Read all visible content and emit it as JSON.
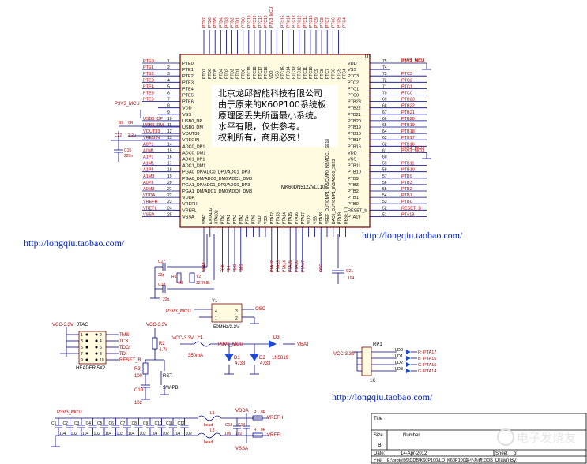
{
  "chip": {
    "ref": "U1",
    "part": "MK60DN512ZVLL10",
    "left_pins": [
      {
        "n": "1",
        "name": "PTE0",
        "net": "PTE0"
      },
      {
        "n": "2",
        "name": "PTE1",
        "net": "PTE1"
      },
      {
        "n": "3",
        "name": "PTE2",
        "net": "PTE2"
      },
      {
        "n": "4",
        "name": "PTE3",
        "net": "PTE3"
      },
      {
        "n": "5",
        "name": "PTE4",
        "net": "PTE4"
      },
      {
        "n": "6",
        "name": "PTE5",
        "net": "PTE5"
      },
      {
        "n": "7",
        "name": "PTE6",
        "net": "PTE6"
      },
      {
        "n": "8",
        "name": "VDD",
        "net": ""
      },
      {
        "n": "9",
        "name": "VSS",
        "net": ""
      },
      {
        "n": "10",
        "name": "USB0_DP",
        "net": "USB0_DP"
      },
      {
        "n": "11",
        "name": "USB0_DM",
        "net": "USB0_DM"
      },
      {
        "n": "12",
        "name": "VOUT33",
        "net": "VOUT33"
      },
      {
        "n": "13",
        "name": "VREGIN",
        "net": "VREGIN"
      },
      {
        "n": "14",
        "name": "ADC0_DP1",
        "net": "A0P1"
      },
      {
        "n": "15",
        "name": "ADC0_DM1",
        "net": "A0M1"
      },
      {
        "n": "16",
        "name": "ADC1_DP1",
        "net": "A1P1"
      },
      {
        "n": "17",
        "name": "ADC1_DM1",
        "net": "A1M1"
      },
      {
        "n": "18",
        "name": "PGA0_DP/ADC0_DP0/ADC1_DP3",
        "net": "A1P3"
      },
      {
        "n": "19",
        "name": "PGA0_DM/ADC0_DM0/ADC1_DM3",
        "net": "A1M3"
      },
      {
        "n": "20",
        "name": "PGA1_DP/ADC1_DP0/ADC0_DP3",
        "net": "A0P3"
      },
      {
        "n": "21",
        "name": "PGA1_DM/ADC1_DM0/ADC0_DM3",
        "net": "A0M3"
      },
      {
        "n": "22",
        "name": "VDDA",
        "net": "VDDA"
      },
      {
        "n": "23",
        "name": "VREFH",
        "net": "VREFH"
      },
      {
        "n": "24",
        "name": "VREFL",
        "net": "VREFL"
      },
      {
        "n": "25",
        "name": "VSSA",
        "net": "VSSA"
      }
    ],
    "right_pins": [
      {
        "n": "75",
        "name": "VDD",
        "net": "P3V3_MCU"
      },
      {
        "n": "74",
        "name": "VSS",
        "net": ""
      },
      {
        "n": "73",
        "name": "PTC3",
        "net": "PTC3"
      },
      {
        "n": "72",
        "name": "PTC2",
        "net": "PTC2"
      },
      {
        "n": "71",
        "name": "PTC1",
        "net": "PTC1"
      },
      {
        "n": "70",
        "name": "PTC0",
        "net": "PTC0"
      },
      {
        "n": "69",
        "name": "PTB23",
        "net": "PTB23"
      },
      {
        "n": "68",
        "name": "PTB22",
        "net": "PTB22"
      },
      {
        "n": "67",
        "name": "PTB21",
        "net": "PTB21"
      },
      {
        "n": "66",
        "name": "PTB20",
        "net": "PTB20"
      },
      {
        "n": "65",
        "name": "PTB19",
        "net": "PTB19"
      },
      {
        "n": "64",
        "name": "PTB18",
        "net": "PTB18"
      },
      {
        "n": "63",
        "name": "PTB17",
        "net": "PTB17"
      },
      {
        "n": "62",
        "name": "PTB16",
        "net": "PTB16"
      },
      {
        "n": "61",
        "name": "VDD",
        "net": "P3V3_MCU"
      },
      {
        "n": "60",
        "name": "VSS",
        "net": ""
      },
      {
        "n": "59",
        "name": "PTB11",
        "net": "PTB11"
      },
      {
        "n": "58",
        "name": "PTB10",
        "net": "PTB10"
      },
      {
        "n": "57",
        "name": "PTB9",
        "net": "PTB9"
      },
      {
        "n": "56",
        "name": "PTB3",
        "net": "PTB3"
      },
      {
        "n": "55",
        "name": "PTB2",
        "net": "PTB2"
      },
      {
        "n": "54",
        "name": "PTB1",
        "net": "PTB1"
      },
      {
        "n": "53",
        "name": "PTB0",
        "net": "PTB0"
      },
      {
        "n": "52",
        "name": "RESET_b",
        "net": "RESET_B"
      },
      {
        "n": "51",
        "name": "PTA19",
        "net": "PTA19"
      }
    ],
    "top_pins": [
      "PTD7",
      "PTD6",
      "PTD5",
      "PTD4",
      "PTD3",
      "PTD2",
      "PTD1",
      "PTD0",
      "PTC19",
      "PTC18",
      "PTC17",
      "PTC16",
      "VDD",
      "VSS",
      "PTC15",
      "PTC14",
      "PTC13",
      "PTC12",
      "PTC11",
      "PTC10",
      "PTC9",
      "PTC8",
      "PTC7",
      "PTC6",
      "PTC5",
      "PTC4"
    ],
    "top_nets": [
      "PTD7",
      "PTD6",
      "PTD5",
      "PTD4",
      "PTD3",
      "PTD2",
      "PTD1",
      "PTD0",
      "PTC19",
      "PTC18",
      "PTC17",
      "PTC16",
      "P3V3_MCU",
      "",
      "PTC15",
      "PTC14",
      "PTC13",
      "PTC12",
      "PTC11",
      "PTC10",
      "PTC9",
      "PTC8",
      "PTC7",
      "PTC6",
      "PTC5",
      "PTC4"
    ],
    "bottom_pins": [
      "VBAT",
      "EXTAL32",
      "XTAL32",
      "PTA0",
      "PTA1",
      "PTA2",
      "PTA3",
      "PTA4",
      "PTA5",
      "VDD",
      "VSS",
      "PTA12",
      "PTA13",
      "PTA14",
      "PTA15",
      "PTA16",
      "PTA17",
      "VDD",
      "VSS",
      "PTA18",
      "VREF_OUT/CMP1_IN5/CMP0_IN5/ADC1_SE18",
      "DAC0_OUT/CMP1_IN3/ADC0_SE23",
      "PTA19",
      "RESET_b"
    ],
    "bottom_nets": [
      "VBAT",
      "",
      "",
      "TCK",
      "TDI",
      "TDO",
      "TMS",
      "",
      "",
      "",
      "",
      "PTA12",
      "PTA13",
      "PTA14",
      "PTA15",
      "PTA16",
      "PTA17",
      "",
      "",
      "OSC",
      "",
      "",
      "",
      ""
    ],
    "side_nets": [
      "P3V3_MCU",
      "P3V3_MCU"
    ]
  },
  "notes": [
    "北京龙邱智能科技有限公司",
    "由于原来的K60P100系统板",
    "原理图丢失所画最小系统。",
    "水平有限，仅供参考。",
    "权利所有，商用必究！"
  ],
  "urls": [
    "http://longqiu.taobao.com/",
    "http://longqiu.taobao.com/",
    "http://longqiu.taobao.com/"
  ],
  "usb": {
    "net": "P3V3_MCU",
    "r_ref": "R6",
    "r_val": "0R",
    "c22": "C22",
    "c22_val": "2.2u",
    "c15": "C15",
    "c15_val": "220n"
  },
  "crystal32": {
    "c17": "C17",
    "c17_val": "22p",
    "c18": "C18",
    "c18_val": "22p",
    "r1": "R1",
    "r1_val": "1M",
    "y2": "Y2",
    "y2_val": "32.768k",
    "c21": "C21",
    "c21_val": "104"
  },
  "osc": {
    "ref": "Y1",
    "val": "50MHz/3.3V",
    "net": "P3V3_MCU",
    "out": "OSC",
    "pins": [
      "4",
      "3",
      "1",
      "2"
    ]
  },
  "jtag": {
    "net": "VCC-3.3V",
    "ref": "JTAG",
    "type": "HEADER 5X2",
    "pins_left": [
      "1",
      "3",
      "5",
      "7",
      "9"
    ],
    "pins_right": [
      "2",
      "4",
      "6",
      "8",
      "10"
    ],
    "signals": [
      "TMS",
      "TCK",
      "TDO",
      "TDI",
      "RESET_B"
    ]
  },
  "reset": {
    "net": "VCC-3.3V",
    "r2": "R2",
    "r2_val": "4.7k",
    "r3": "R3",
    "r3_val": "100",
    "rst": "RST",
    "rst_type": "SW-PB",
    "c19": "C19",
    "c19_val": "102"
  },
  "power": {
    "in": "VCC-3.3V",
    "f1": "F1",
    "f1_val": "350mA",
    "out": "P3V3_MCU",
    "d1": "D1",
    "d1_val": "4733",
    "d2": "D2",
    "d2_val": "4733",
    "d3": "D3",
    "d3_val": "1N5819",
    "vbat": "VBAT"
  },
  "leds": {
    "ref": "RP1",
    "val": "1K",
    "net": "VCC-3.3V",
    "items": [
      {
        "ld": "LD0",
        "color": "R",
        "net": "PTA17"
      },
      {
        "ld": "LD1",
        "color": "B",
        "net": "PTA16"
      },
      {
        "ld": "LD2",
        "color": "G",
        "net": "PTA15"
      },
      {
        "ld": "LD3",
        "color": "G",
        "net": "PTA14"
      }
    ]
  },
  "decoupling": {
    "net": "P3V3_MCU",
    "refs": [
      "C1",
      "C2",
      "C3",
      "C4",
      "C5",
      "C6",
      "C7",
      "C8",
      "C9",
      "C10",
      "C11",
      "C12"
    ],
    "vals": [
      "104",
      "102",
      "104",
      "102",
      "104",
      "102",
      "104",
      "102",
      "104",
      "102",
      "104",
      "102"
    ],
    "l1": "L1",
    "l1_val": "bead",
    "l2": "L2",
    "l2_val": "bead",
    "c13": "C13",
    "c14": "C14",
    "c13_val": "106",
    "c14_val": "102",
    "vdda": "VDDA",
    "vrefh": "VREFH",
    "vrefl": "VREFL",
    "vssa": "VSSA",
    "r_ref": "R",
    "r_val": "0R"
  },
  "title_block": {
    "title_label": "Title",
    "size_label": "Size",
    "size": "B",
    "number_label": "Number",
    "date_label": "Date:",
    "date": "14-Apr-2012",
    "file_label": "File:",
    "file": "E:\\proteI99\\DDB\\K60P100\\LQ_K60P100最小系统.DDB",
    "sheet_label": "Sheet",
    "of_label": "of",
    "drawn_label": "Drawn By:",
    "watermark": "电子发烧友"
  }
}
